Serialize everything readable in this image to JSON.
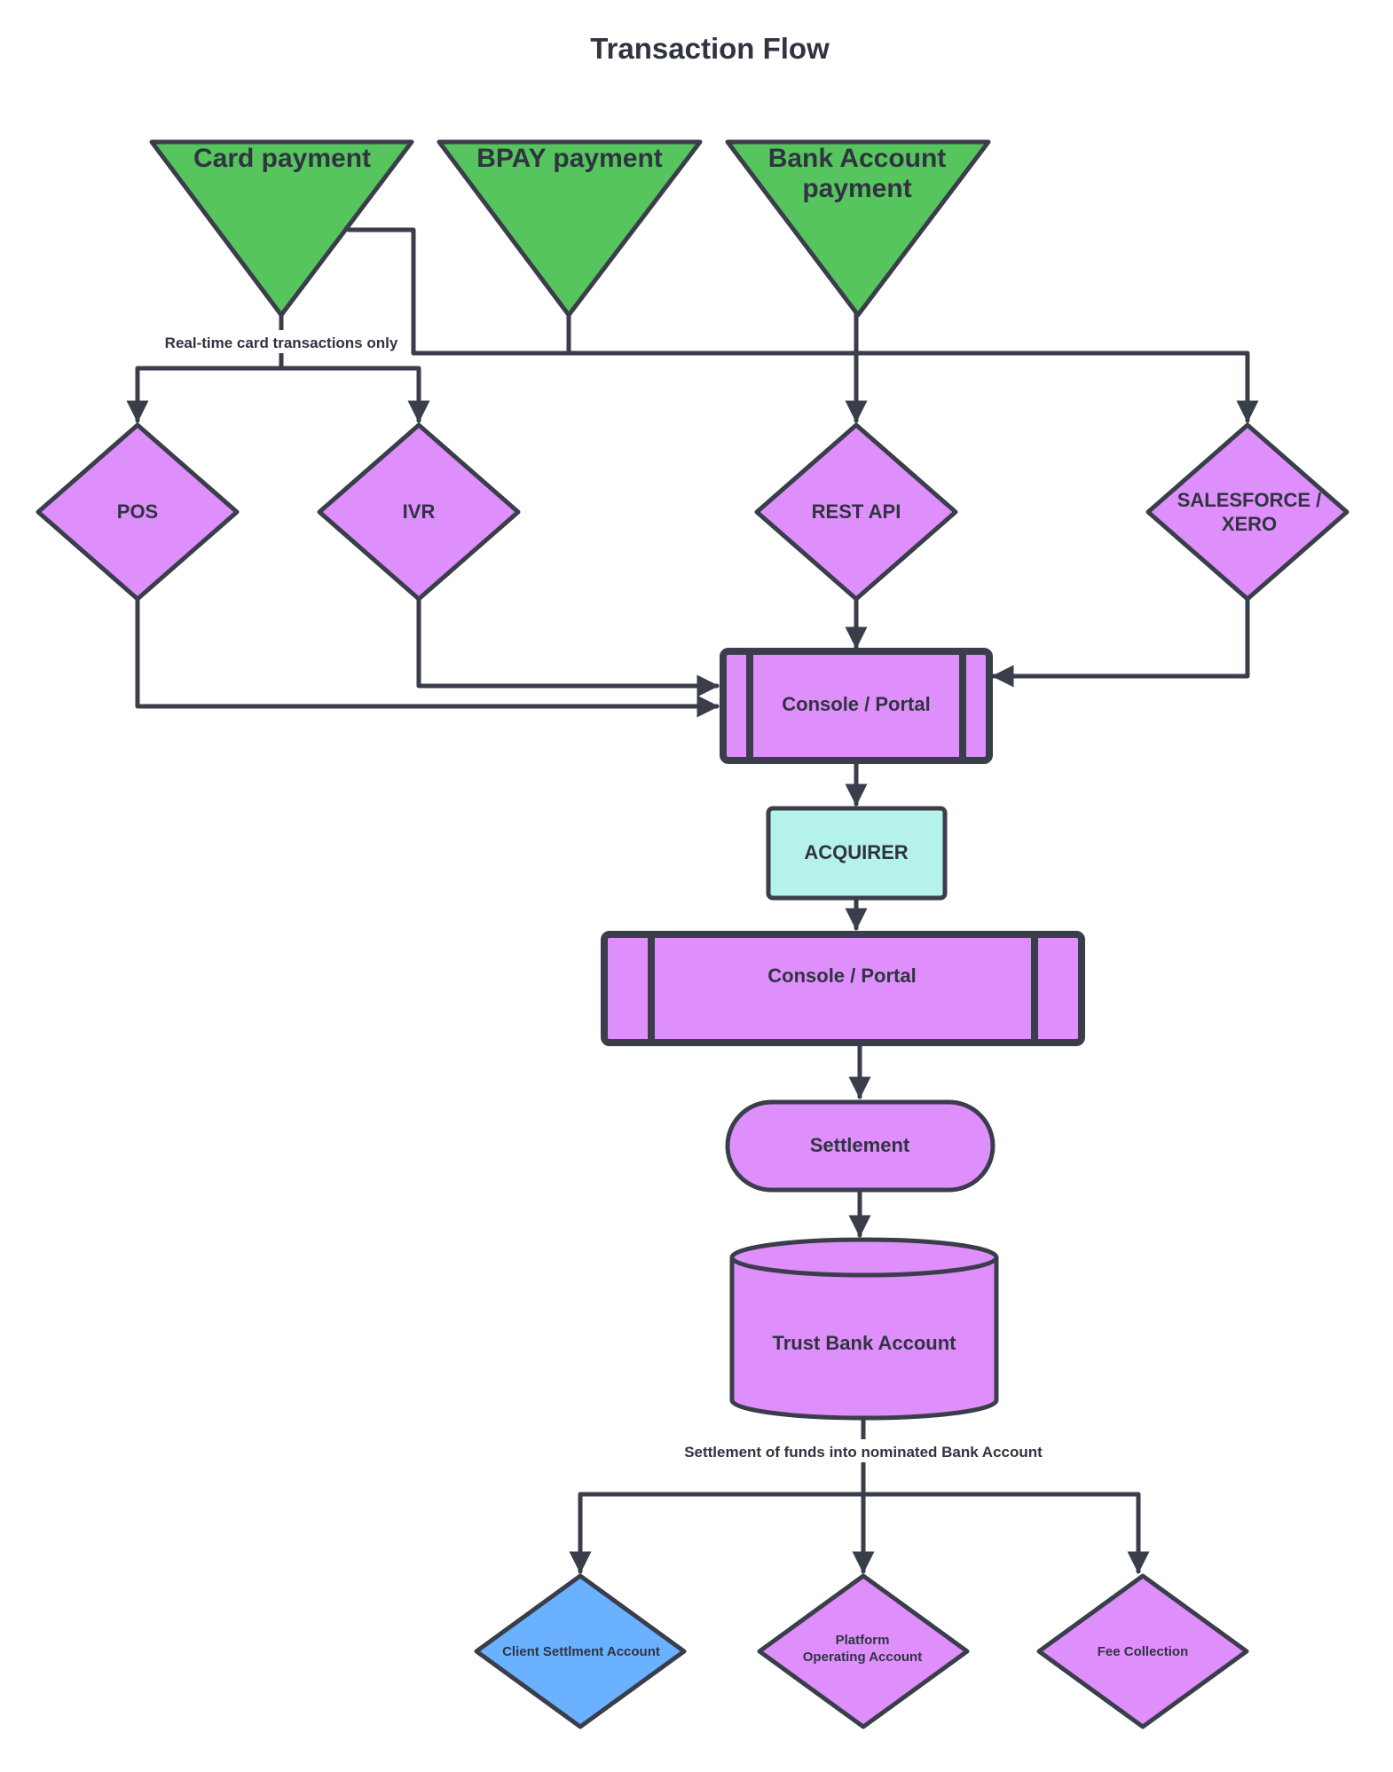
{
  "title": "Transaction Flow",
  "colors": {
    "stroke": "#3a3e4a",
    "green": "#57c55d",
    "purple": "#df8ffc",
    "teal": "#b5f2ea",
    "blue": "#6ab1ff",
    "text": "#2f3440"
  },
  "sources": {
    "card": "Card payment",
    "bpay": "BPAY payment",
    "bank_line1": "Bank Account",
    "bank_line2": "payment"
  },
  "notes": {
    "realtime": "Real-time card transactions only",
    "settlement_funds": "Settlement of funds into nominated Bank Account"
  },
  "channels": {
    "pos": "POS",
    "ivr": "IVR",
    "rest_api": "REST API",
    "salesforce_line1": "SALESFORCE /",
    "salesforce_line2": "XERO"
  },
  "process": {
    "console_top": "Console / Portal",
    "acquirer": "ACQUIRER",
    "console_bottom": "Console / Portal",
    "settlement": "Settlement",
    "trust_account": "Trust Bank Account"
  },
  "destinations": {
    "client_settlement": "Client Settlment Account",
    "platform_line1": "Platform",
    "platform_line2": "Operating Account",
    "fee_collection": "Fee Collection"
  }
}
